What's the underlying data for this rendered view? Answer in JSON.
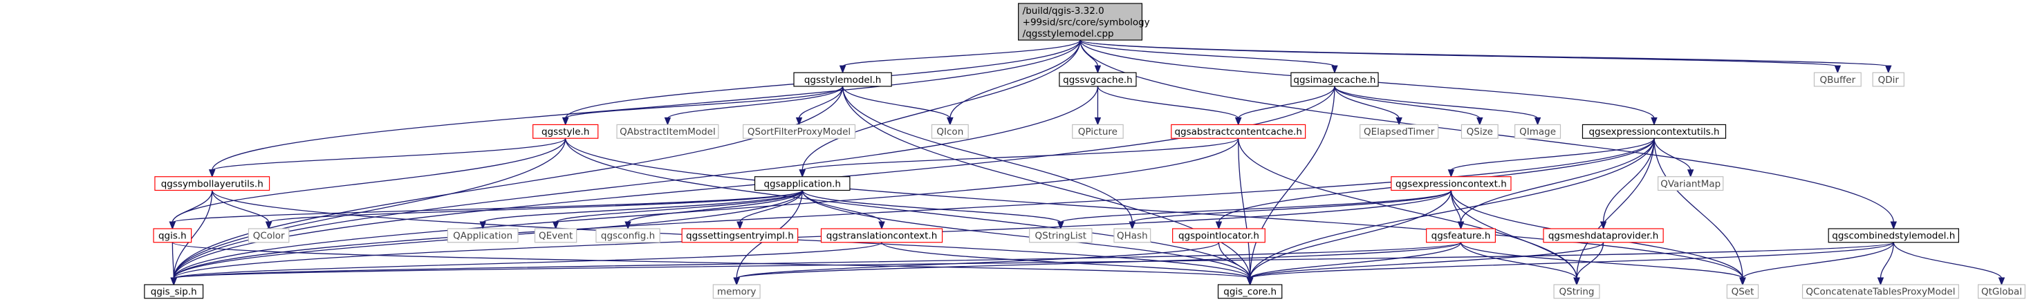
{
  "graph": {
    "root": "qgsstylemodel.cpp",
    "nodes": [
      {
        "id": "root",
        "lines": [
          "/build/qgis-3.32.0",
          "+99sid/src/core/symbology",
          "/qgsstylemodel.cpp"
        ],
        "kind": "root"
      },
      {
        "id": "qgsstylemodel_h",
        "lines": [
          "qgsstylemodel.h"
        ],
        "kind": "doc"
      },
      {
        "id": "qgssvgcache_h",
        "lines": [
          "qgssvgcache.h"
        ],
        "kind": "doc"
      },
      {
        "id": "qgsimagecache_h",
        "lines": [
          "qgsimagecache.h"
        ],
        "kind": "doc"
      },
      {
        "id": "QBuffer",
        "lines": [
          "QBuffer"
        ],
        "kind": "ext"
      },
      {
        "id": "QDir",
        "lines": [
          "QDir"
        ],
        "kind": "ext"
      },
      {
        "id": "qgsstyle_h",
        "lines": [
          "qgsstyle.h"
        ],
        "kind": "inc"
      },
      {
        "id": "QAbstractItemModel",
        "lines": [
          "QAbstractItemModel"
        ],
        "kind": "ext"
      },
      {
        "id": "QSortFilterProxyModel",
        "lines": [
          "QSortFilterProxyModel"
        ],
        "kind": "ext"
      },
      {
        "id": "QIcon",
        "lines": [
          "QIcon"
        ],
        "kind": "ext"
      },
      {
        "id": "QPicture",
        "lines": [
          "QPicture"
        ],
        "kind": "ext"
      },
      {
        "id": "qgsabstractcontentcache_h",
        "lines": [
          "qgsabstractcontentcache.h"
        ],
        "kind": "inc"
      },
      {
        "id": "QElapsedTimer",
        "lines": [
          "QElapsedTimer"
        ],
        "kind": "ext"
      },
      {
        "id": "QSize",
        "lines": [
          "QSize"
        ],
        "kind": "ext"
      },
      {
        "id": "QImage",
        "lines": [
          "QImage"
        ],
        "kind": "ext"
      },
      {
        "id": "qgsexpressioncontextutils_h",
        "lines": [
          "qgsexpressioncontextutils.h"
        ],
        "kind": "doc"
      },
      {
        "id": "QVariantMap",
        "lines": [
          "QVariantMap"
        ],
        "kind": "ext"
      },
      {
        "id": "qgssymbollayerutils_h",
        "lines": [
          "qgssymbollayerutils.h"
        ],
        "kind": "inc"
      },
      {
        "id": "qgsapplication_h",
        "lines": [
          "qgsapplication.h"
        ],
        "kind": "doc"
      },
      {
        "id": "qgsexpressioncontext_h",
        "lines": [
          "qgsexpressioncontext.h"
        ],
        "kind": "inc"
      },
      {
        "id": "qgis_h",
        "lines": [
          "qgis.h"
        ],
        "kind": "inc"
      },
      {
        "id": "QColor",
        "lines": [
          "QColor"
        ],
        "kind": "ext"
      },
      {
        "id": "QApplication",
        "lines": [
          "QApplication"
        ],
        "kind": "ext"
      },
      {
        "id": "QEvent",
        "lines": [
          "QEvent"
        ],
        "kind": "ext"
      },
      {
        "id": "qgsconfig_h",
        "lines": [
          "qgsconfig.h"
        ],
        "kind": "ext"
      },
      {
        "id": "qgssettingsentryimpl_h",
        "lines": [
          "qgssettingsentryimpl.h"
        ],
        "kind": "inc"
      },
      {
        "id": "qgstranslationcontext_h",
        "lines": [
          "qgstranslationcontext.h"
        ],
        "kind": "inc"
      },
      {
        "id": "QStringList",
        "lines": [
          "QStringList"
        ],
        "kind": "ext"
      },
      {
        "id": "QHash",
        "lines": [
          "QHash"
        ],
        "kind": "ext"
      },
      {
        "id": "qgspointlocator_h",
        "lines": [
          "qgspointlocator.h"
        ],
        "kind": "inc"
      },
      {
        "id": "qgsfeature_h",
        "lines": [
          "qgsfeature.h"
        ],
        "kind": "inc"
      },
      {
        "id": "qgsmeshdataprovider_h",
        "lines": [
          "qgsmeshdataprovider.h"
        ],
        "kind": "inc"
      },
      {
        "id": "qgscombinedstylemodel_h",
        "lines": [
          "qgscombinedstylemodel.h"
        ],
        "kind": "doc"
      },
      {
        "id": "qgis_sip_h",
        "lines": [
          "qgis_sip.h"
        ],
        "kind": "doc"
      },
      {
        "id": "memory",
        "lines": [
          "memory"
        ],
        "kind": "ext"
      },
      {
        "id": "qgis_core_h",
        "lines": [
          "qgis_core.h"
        ],
        "kind": "doc"
      },
      {
        "id": "QString",
        "lines": [
          "QString"
        ],
        "kind": "ext"
      },
      {
        "id": "QSet",
        "lines": [
          "QSet"
        ],
        "kind": "ext"
      },
      {
        "id": "QConcatenateTablesProxyModel",
        "lines": [
          "QConcatenateTablesProxyModel"
        ],
        "kind": "ext"
      },
      {
        "id": "QtGlobal",
        "lines": [
          "QtGlobal"
        ],
        "kind": "ext"
      }
    ],
    "edges": [
      [
        "root",
        "qgsstylemodel_h"
      ],
      [
        "root",
        "qgssvgcache_h"
      ],
      [
        "root",
        "qgsimagecache_h"
      ],
      [
        "root",
        "QBuffer"
      ],
      [
        "root",
        "QDir"
      ],
      [
        "root",
        "qgsstyle_h"
      ],
      [
        "root",
        "QIcon"
      ],
      [
        "root",
        "qgsexpressioncontextutils_h"
      ],
      [
        "root",
        "qgssymbollayerutils_h"
      ],
      [
        "root",
        "qgsapplication_h"
      ],
      [
        "root",
        "qgscombinedstylemodel_h"
      ],
      [
        "qgsstylemodel_h",
        "qgsstyle_h"
      ],
      [
        "qgsstylemodel_h",
        "QAbstractItemModel"
      ],
      [
        "qgsstylemodel_h",
        "QSortFilterProxyModel"
      ],
      [
        "qgsstylemodel_h",
        "QIcon"
      ],
      [
        "qgsstylemodel_h",
        "QHash"
      ],
      [
        "qgsstylemodel_h",
        "qgis_sip_h"
      ],
      [
        "qgsstylemodel_h",
        "qgis_core_h"
      ],
      [
        "qgssvgcache_h",
        "QPicture"
      ],
      [
        "qgssvgcache_h",
        "qgsabstractcontentcache_h"
      ],
      [
        "qgssvgcache_h",
        "qgis_sip_h"
      ],
      [
        "qgsimagecache_h",
        "qgsabstractcontentcache_h"
      ],
      [
        "qgsimagecache_h",
        "QElapsedTimer"
      ],
      [
        "qgsimagecache_h",
        "QSize"
      ],
      [
        "qgsimagecache_h",
        "QImage"
      ],
      [
        "qgsimagecache_h",
        "qgis_sip_h"
      ],
      [
        "qgsimagecache_h",
        "qgis_core_h"
      ],
      [
        "qgsstyle_h",
        "qgssymbollayerutils_h"
      ],
      [
        "qgsstyle_h",
        "qgis_h"
      ],
      [
        "qgsstyle_h",
        "qgis_sip_h"
      ],
      [
        "qgsstyle_h",
        "qgis_core_h"
      ],
      [
        "qgsstyle_h",
        "QSet"
      ],
      [
        "qgsabstractcontentcache_h",
        "qgsapplication_h"
      ],
      [
        "qgsabstractcontentcache_h",
        "qgis_sip_h"
      ],
      [
        "qgsabstractcontentcache_h",
        "qgis_core_h"
      ],
      [
        "qgsabstractcontentcache_h",
        "QString"
      ],
      [
        "qgsexpressioncontextutils_h",
        "QVariantMap"
      ],
      [
        "qgsexpressioncontextutils_h",
        "qgsexpressioncontext_h"
      ],
      [
        "qgsexpressioncontextutils_h",
        "qgsfeature_h"
      ],
      [
        "qgsexpressioncontextutils_h",
        "qgspointlocator_h"
      ],
      [
        "qgsexpressioncontextutils_h",
        "qgsmeshdataprovider_h"
      ],
      [
        "qgsexpressioncontextutils_h",
        "qgis_core_h"
      ],
      [
        "qgsexpressioncontextutils_h",
        "QString"
      ],
      [
        "qgsexpressioncontextutils_h",
        "qgis_sip_h"
      ],
      [
        "qgsexpressioncontextutils_h",
        "QSet"
      ],
      [
        "qgssymbollayerutils_h",
        "qgis_h"
      ],
      [
        "qgssymbollayerutils_h",
        "QColor"
      ],
      [
        "qgssymbollayerutils_h",
        "qgis_sip_h"
      ],
      [
        "qgssymbollayerutils_h",
        "qgis_core_h"
      ],
      [
        "qgsapplication_h",
        "qgis_h"
      ],
      [
        "qgsapplication_h",
        "QApplication"
      ],
      [
        "qgsapplication_h",
        "QEvent"
      ],
      [
        "qgsapplication_h",
        "qgsconfig_h"
      ],
      [
        "qgsapplication_h",
        "qgssettingsentryimpl_h"
      ],
      [
        "qgsapplication_h",
        "qgstranslationcontext_h"
      ],
      [
        "qgsapplication_h",
        "QStringList"
      ],
      [
        "qgsapplication_h",
        "qgis_sip_h"
      ],
      [
        "qgsapplication_h",
        "qgis_core_h"
      ],
      [
        "qgsapplication_h",
        "memory"
      ],
      [
        "qgsapplication_h",
        "QColor"
      ],
      [
        "qgsexpressioncontext_h",
        "QStringList"
      ],
      [
        "qgsexpressioncontext_h",
        "QHash"
      ],
      [
        "qgsexpressioncontext_h",
        "qgsfeature_h"
      ],
      [
        "qgsexpressioncontext_h",
        "qgis_core_h"
      ],
      [
        "qgsexpressioncontext_h",
        "QString"
      ],
      [
        "qgsexpressioncontext_h",
        "qgis_sip_h"
      ],
      [
        "qgsexpressioncontext_h",
        "QSet"
      ],
      [
        "qgis_h",
        "qgis_sip_h"
      ],
      [
        "qgis_h",
        "qgis_core_h"
      ],
      [
        "qgstranslationcontext_h",
        "qgis_core_h"
      ],
      [
        "qgstranslationcontext_h",
        "qgis_sip_h"
      ],
      [
        "qgspointlocator_h",
        "qgis_core_h"
      ],
      [
        "qgspointlocator_h",
        "memory"
      ],
      [
        "qgsfeature_h",
        "qgis_core_h"
      ],
      [
        "qgsfeature_h",
        "qgis_sip_h"
      ],
      [
        "qgsfeature_h",
        "QString"
      ],
      [
        "qgsfeature_h",
        "QSet"
      ],
      [
        "qgsfeature_h",
        "memory"
      ],
      [
        "qgsmeshdataprovider_h",
        "qgis_core_h"
      ],
      [
        "qgsmeshdataprovider_h",
        "QString"
      ],
      [
        "qgscombinedstylemodel_h",
        "QConcatenateTablesProxyModel"
      ],
      [
        "qgscombinedstylemodel_h",
        "QtGlobal"
      ],
      [
        "qgscombinedstylemodel_h",
        "qgis_core_h"
      ],
      [
        "qgscombinedstylemodel_h",
        "QSet"
      ],
      [
        "qgscombinedstylemodel_h",
        "qgis_sip_h"
      ]
    ]
  }
}
